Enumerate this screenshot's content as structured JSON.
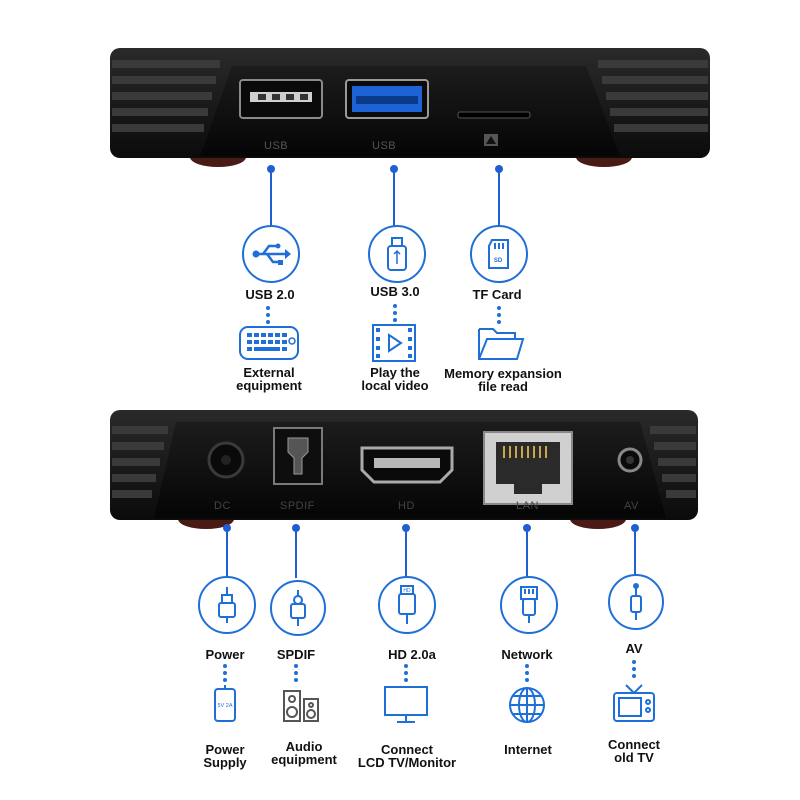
{
  "top_device": {
    "ports": [
      {
        "id": "usb1",
        "port_text": "USB",
        "feature": "USB 2.0",
        "use_lines": [
          "External",
          "equipment"
        ],
        "feature_icon": "usb-icon",
        "use_icon": "keyboard-icon"
      },
      {
        "id": "usb2",
        "port_text": "USB",
        "feature": "USB 3.0",
        "use_lines": [
          "Play the",
          "local video"
        ],
        "feature_icon": "usb-stick-icon",
        "use_icon": "video-play-icon"
      },
      {
        "id": "tf",
        "port_text": "",
        "feature": "TF Card",
        "use_lines": [
          "Memory expansion",
          "file read"
        ],
        "feature_icon": "sd-card-icon",
        "use_icon": "folder-icon"
      }
    ]
  },
  "bottom_device": {
    "ports": [
      {
        "id": "dc",
        "port_text": "DC",
        "feature": "Power",
        "use_lines": [
          "Power",
          "Supply"
        ],
        "feature_icon": "power-plug-icon",
        "use_icon": "power-adapter-icon",
        "adapter_text": "5V 2A"
      },
      {
        "id": "spdif",
        "port_text": "SPDIF",
        "feature": "SPDIF",
        "use_lines": [
          "Audio",
          "equipment"
        ],
        "feature_icon": "optical-cable-icon",
        "use_icon": "speaker-icon"
      },
      {
        "id": "hd",
        "port_text": "HD",
        "feature": "HD  2.0a",
        "use_lines": [
          "Connect",
          "LCD TV/Monitor"
        ],
        "feature_icon": "hdmi-cable-icon",
        "use_icon": "monitor-icon"
      },
      {
        "id": "lan",
        "port_text": "LAN",
        "feature": "Network",
        "use_lines": [
          "Internet"
        ],
        "feature_icon": "ethernet-cable-icon",
        "use_icon": "globe-icon"
      },
      {
        "id": "av",
        "port_text": "AV",
        "feature": "AV",
        "use_lines": [
          "Connect",
          "old TV"
        ],
        "feature_icon": "av-jack-icon",
        "use_icon": "old-tv-icon"
      }
    ]
  },
  "colors": {
    "accent": "#1f6fd8",
    "line": "#1f5fd1",
    "device": "#141414",
    "usb3_blue": "#1e63d6"
  }
}
